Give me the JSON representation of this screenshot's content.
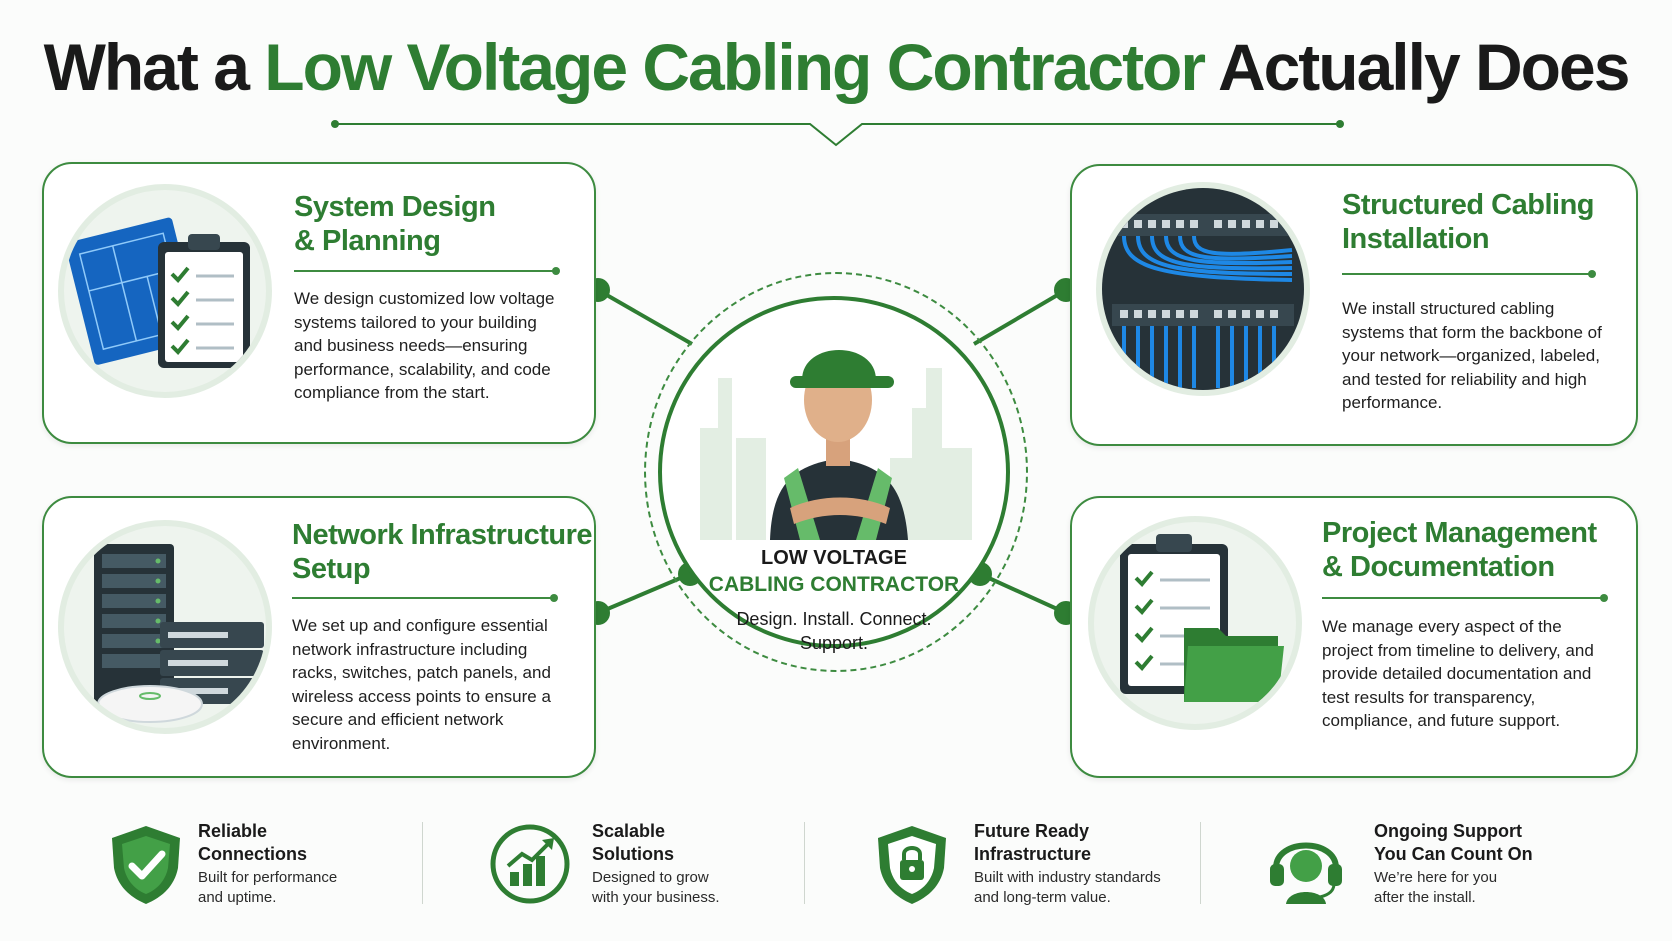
{
  "title": {
    "prefix": "What a",
    "highlight": "Low Voltage Cabling Contractor",
    "suffix": "Actually Does"
  },
  "colors": {
    "accent": "#2e7d32",
    "accent_light": "#4caf50",
    "text": "#1a1a1a"
  },
  "cards": [
    {
      "title": "System Design\n& Planning",
      "text": "We design customized low voltage systems tailored to your building and business needs—ensuring performance, scalability, and code compliance from the start.",
      "icon": "blueprint-clipboard-icon"
    },
    {
      "title": "Structured Cabling\nInstallation",
      "text": "We install structured cabling systems that form the backbone of your network—organized, labeled, and tested for reliability and high performance.",
      "icon": "patch-panel-icon"
    },
    {
      "title": "Network Infrastructure\nSetup",
      "text": "We set up and configure essential network infrastructure including racks, switches, patch panels, and wireless access points to ensure a secure and efficient network environment.",
      "icon": "server-rack-icon"
    },
    {
      "title": "Project Management\n& Documentation",
      "text": "We manage every aspect of the project from timeline to delivery, and provide detailed documentation and test results for transparency, compliance, and future support.",
      "icon": "clipboard-folder-icon"
    }
  ],
  "center": {
    "label_line1": "LOW VOLTAGE",
    "label_line2": "CABLING CONTRACTOR",
    "tagline": "Design. Install. Connect. Support.",
    "icon": "contractor-hardhat-icon"
  },
  "features": [
    {
      "title": "Reliable\nConnections",
      "text": "Built for performance\nand uptime.",
      "icon": "shield-check-icon"
    },
    {
      "title": "Scalable\nSolutions",
      "text": "Designed to grow\nwith your business.",
      "icon": "growth-chart-icon"
    },
    {
      "title": "Future Ready\nInfrastructure",
      "text": "Built with industry standards\nand long-term value.",
      "icon": "shield-lock-icon"
    },
    {
      "title": "Ongoing Support\nYou Can Count On",
      "text": "We’re here for you\nafter the install.",
      "icon": "headset-support-icon"
    }
  ]
}
